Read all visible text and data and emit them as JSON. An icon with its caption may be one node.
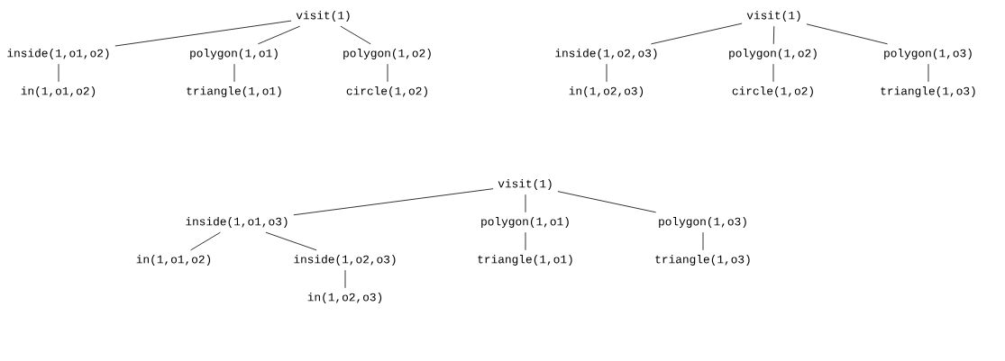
{
  "diagram": {
    "nodes": [
      {
        "text": [
          "visit(1)"
        ]
      },
      {
        "text": [
          "inside(1,o1,o2)"
        ]
      },
      {
        "text": [
          "polygon(1,o1)"
        ]
      },
      {
        "text": [
          "polygon(1,o2)"
        ]
      },
      {
        "text": [
          "in(1,o1,o2)"
        ]
      },
      {
        "text": [
          "triangle(1,o1)"
        ]
      },
      {
        "text": [
          "circle(1,o2)"
        ]
      },
      {
        "text": [
          "visit(1)"
        ]
      },
      {
        "text": [
          "inside(1,o2,o3)"
        ]
      },
      {
        "text": [
          "polygon(1,o2)"
        ]
      },
      {
        "text": [
          "polygon(1,o3)"
        ]
      },
      {
        "text": [
          "in(1,o2,o3)"
        ]
      },
      {
        "text": [
          "circle(1,o2)"
        ]
      },
      {
        "text": [
          "triangle(1,o3)"
        ]
      },
      {
        "text": [
          "visit(1)"
        ]
      },
      {
        "text": [
          "inside(1,o1,o3)"
        ]
      },
      {
        "text": [
          "polygon(1,o1)"
        ]
      },
      {
        "text": [
          "polygon(1,o3)"
        ]
      },
      {
        "text": [
          "in(1,o1,o2)"
        ]
      },
      {
        "text": [
          "inside(1,o2,o3)"
        ]
      },
      {
        "text": [
          "triangle(1,o1)"
        ]
      },
      {
        "text": [
          "triangle(1,o3)"
        ]
      },
      {
        "text": [
          "in(1,o2,o3)"
        ]
      }
    ],
    "edges": [
      {
        "from": 0,
        "to": 1,
        "arrow": "none"
      },
      {
        "from": 0,
        "to": 2,
        "arrow": "none"
      },
      {
        "from": 0,
        "to": 3,
        "arrow": "none"
      },
      {
        "from": 1,
        "to": 4,
        "arrow": "none"
      },
      {
        "from": 2,
        "to": 5,
        "arrow": "none"
      },
      {
        "from": 3,
        "to": 6,
        "arrow": "none"
      },
      {
        "from": 7,
        "to": 8,
        "arrow": "none"
      },
      {
        "from": 7,
        "to": 9,
        "arrow": "none"
      },
      {
        "from": 7,
        "to": 10,
        "arrow": "none"
      },
      {
        "from": 8,
        "to": 11,
        "arrow": "none"
      },
      {
        "from": 9,
        "to": 12,
        "arrow": "none"
      },
      {
        "from": 10,
        "to": 13,
        "arrow": "none"
      },
      {
        "from": 14,
        "to": 15,
        "arrow": "none"
      },
      {
        "from": 14,
        "to": 16,
        "arrow": "none"
      },
      {
        "from": 14,
        "to": 17,
        "arrow": "none"
      },
      {
        "from": 15,
        "to": 18,
        "arrow": "none"
      },
      {
        "from": 15,
        "to": 19,
        "arrow": "none"
      },
      {
        "from": 16,
        "to": 20,
        "arrow": "none"
      },
      {
        "from": 17,
        "to": 21,
        "arrow": "none"
      },
      {
        "from": 19,
        "to": 22,
        "arrow": "none"
      }
    ]
  }
}
